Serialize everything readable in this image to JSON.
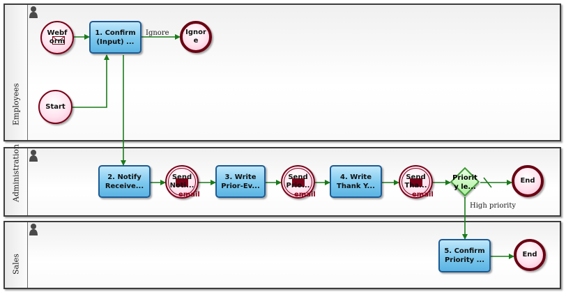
{
  "lanes": [
    {
      "label": "Employees"
    },
    {
      "label": "Administration"
    },
    {
      "label": "Sales"
    }
  ],
  "nodes": {
    "webform": "Webf\norm",
    "start": "Start",
    "ignore": "Ignor\ne",
    "task1": "1. Confirm\n(Input) ...",
    "task2": "2. Notify\nReceive...",
    "send1": "Send\nNoti...",
    "task3": "3. Write\nPrior-Ev...",
    "send2": "Send\nPrio...",
    "task4": "4. Write\nThank Y...",
    "send3": "Send\nTha...",
    "gateway": "Priorit\ny le...",
    "end_admin": "End",
    "task5": "5. Confirm\nPriority ...",
    "end_sales": "End"
  },
  "email_tag": "email",
  "flow_labels": {
    "ignore": "Ignore",
    "high_priority": "High priority"
  },
  "colors": {
    "flow": "#1a7a1a",
    "task_border": "#1d5a92",
    "event_border": "#7a0018",
    "gateway_border": "#3f9a34"
  }
}
